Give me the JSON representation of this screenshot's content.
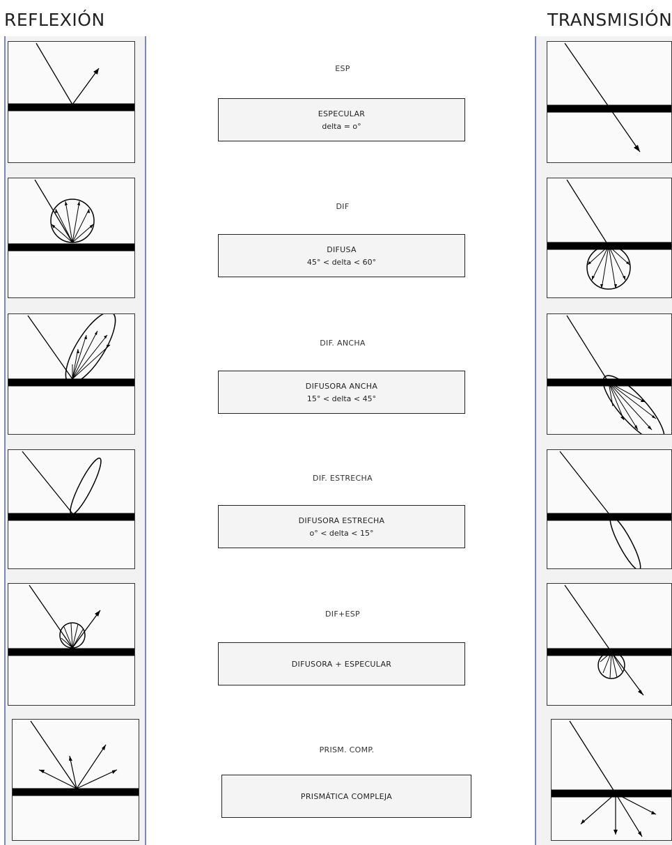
{
  "headings": {
    "left": "REFLEXIÓN",
    "right": "TRANSMISIÓN"
  },
  "rows": [
    {
      "code": "ESP",
      "name": "ESPECULAR",
      "range": "delta = o°"
    },
    {
      "code": "DIF",
      "name": "DIFUSA",
      "range": "45° < delta < 60°"
    },
    {
      "code": "DIF. ANCHA",
      "name": "DIFUSORA ANCHA",
      "range": "15° < delta < 45°"
    },
    {
      "code": "DIF. ESTRECHA",
      "name": "DIFUSORA ESTRECHA",
      "range": "o° < delta < 15°"
    },
    {
      "code": "DIF+ESP",
      "name": "DIFUSORA + ESPECULAR",
      "range": ""
    },
    {
      "code": "PRISM. COMP.",
      "name": "PRISMÁTICA COMPLEJA",
      "range": ""
    }
  ]
}
